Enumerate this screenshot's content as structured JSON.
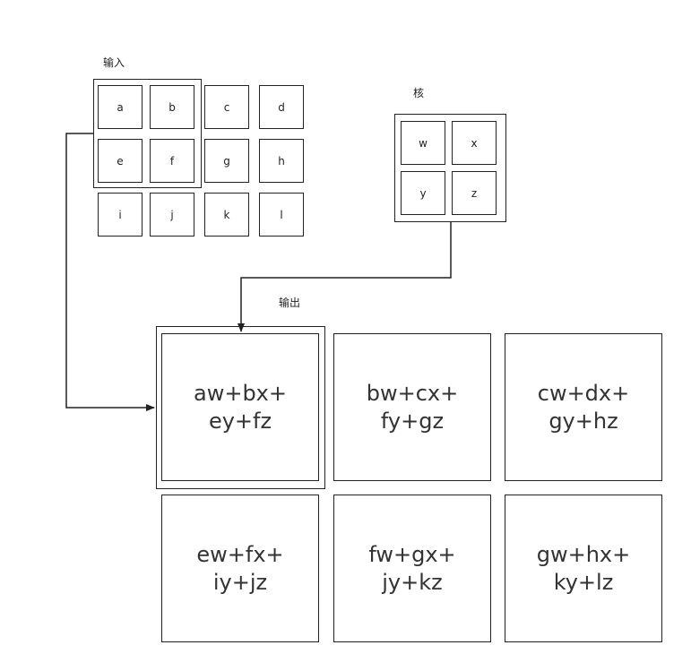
{
  "labels": {
    "input": "输入",
    "kernel": "核",
    "output": "输出"
  },
  "input": {
    "cells": [
      "a",
      "b",
      "c",
      "d",
      "e",
      "f",
      "g",
      "h",
      "i",
      "j",
      "k",
      "l"
    ],
    "rows": 3,
    "cols": 4,
    "highlight": "2x2 window covering a, b, e, f"
  },
  "kernel": {
    "cells": [
      "w",
      "x",
      "y",
      "z"
    ],
    "rows": 2,
    "cols": 2
  },
  "output": {
    "cells": [
      "aw+bx+\ney+fz",
      "bw+cx+\nfy+gz",
      "cw+dx+\ngy+hz",
      "ew+fx+\niy+jz",
      "fw+gx+\njy+kz",
      "gw+hx+\nky+lz"
    ],
    "rows": 2,
    "cols": 3,
    "highlight": "first output cell"
  },
  "colors": {
    "stroke": "#222222",
    "background": "#ffffff"
  }
}
